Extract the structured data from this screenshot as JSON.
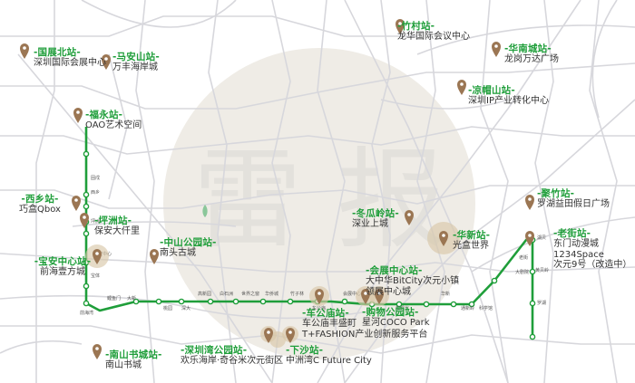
{
  "colors": {
    "green_line": "#1f9e3a",
    "station_text": "#1f9e3a",
    "place_text": "#333333",
    "pin": "#9b7653",
    "bg_lines": "#d7d7dc",
    "watermark_circle": "#efece6"
  },
  "watermark_text": "雷 报",
  "stations": [
    {
      "station": "-国展北站-",
      "place": "深圳国际会展中心"
    },
    {
      "station": "-马安山站-",
      "place": "万丰海岸城"
    },
    {
      "station": "-竹村站-",
      "place": "龙华国际会议中心"
    },
    {
      "station": "-华南城站-",
      "place": "龙岗万达广场"
    },
    {
      "station": "-凉帽山站-",
      "place": "深圳IP产业转化中心"
    },
    {
      "station": "-福永站-",
      "place": "OAO艺术空间"
    },
    {
      "station": "-西乡站-",
      "place": "巧盒Qbox"
    },
    {
      "station": "-坪洲站-",
      "place": "保安大仟里"
    },
    {
      "station": "-聚竹站-",
      "place": "罗湖益田假日广场"
    },
    {
      "station": "-冬瓜岭站-",
      "place": "深业上城"
    },
    {
      "station": "-华新站-",
      "place": "光盒世界"
    },
    {
      "station": "-老街站-",
      "place": "东门动漫城\n1234Space\n次元9号（改造中）"
    },
    {
      "station": "-中山公园站-",
      "place": "南头古城"
    },
    {
      "station": "-宝安中心站-",
      "place": "前海壹方城"
    },
    {
      "station": "-会展中心站-",
      "place": "大中华BitCity次元小镇\n领展中心城"
    },
    {
      "station": "-车公庙站-",
      "place": "车公庙丰盛町\nT+FASHION产业创新服务平台"
    },
    {
      "station": "-购物公园站-",
      "place": "星河COCO Park"
    },
    {
      "station": "-南山书城站-",
      "place": "南山书城"
    },
    {
      "station": "-深圳湾公园站-",
      "place": "欢乐海岸·奇谷米次元街区"
    },
    {
      "station": "-下沙站-",
      "place": "中洲湾C Future City"
    }
  ],
  "tiny_labels": [
    "固戍",
    "西乡",
    "坪洲",
    "宝体",
    "宝安中心",
    "前海湾",
    "鲤鱼门",
    "大新",
    "桃园",
    "深大",
    "高新园",
    "白石洲",
    "世界之窗",
    "华侨城",
    "竹子林",
    "车公庙",
    "会展中心",
    "岗厦北",
    "华强北",
    "华新",
    "通新岭",
    "科学馆",
    "大剧院",
    "老街",
    "湖贝",
    "黄贝岭",
    "罗湖"
  ]
}
